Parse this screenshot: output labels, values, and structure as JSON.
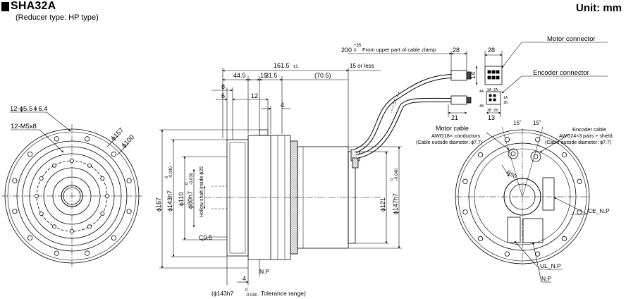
{
  "header": {
    "title": "SHA32A",
    "subtitle": "(Reducer type: HP type)",
    "unit": "Unit: mm"
  },
  "left_view": {
    "holes_a": "12-ϕ5.5↡6.4",
    "holes_b": "12-M5x8",
    "dia_157": "ϕ157",
    "dia_100": "ϕ100"
  },
  "side_view": {
    "dim_161_5": "161.5",
    "tol_161_5": "±1",
    "dim_44_5": "44.5",
    "dim_15a": "15",
    "dim_31_5": "31.5",
    "dim_70_5": "(70.5)",
    "dim_15_or_less": "15 or less",
    "dim_8": "8",
    "dim_6": "6",
    "dim_12": "12",
    "dim_4_top": "4",
    "dim_167": "ϕ167",
    "dim_143h7": "ϕ143h7",
    "dim_110": "ϕ110",
    "dim_80h7": "ϕ80h7",
    "dim_hollow": "Hollow shaft inside ϕ25",
    "dim_121": "ϕ121",
    "dim_147h7": "ϕ147h7",
    "tol_0": "0",
    "tol_040": "-0.040",
    "tol_030": "-0.030",
    "chamfer": "C0.5",
    "np_label": "N.P",
    "dim_4_bottom": "4",
    "tolerance_note": "(ϕ143h7",
    "tolerance_note_end": "Tolerance range)"
  },
  "connectors": {
    "dim_200": "200",
    "tol_200": "+35",
    "tol_200_0": "0",
    "from_clamp": "From upper part of cable clamp",
    "dim_28a": "28",
    "dim_28b": "28",
    "dim_14": "14",
    "dim_21": "21",
    "dim_13": "13",
    "motor_connector": "Motor connector",
    "encoder_connector": "Encoder connector",
    "pins_4a": "4A",
    "pins_3a": "3A",
    "pins_2a": "2A",
    "pins_1a": "1A",
    "pins_1b": "1B",
    "pins_4b": "4B",
    "pins_3b": "3B",
    "pins_2b": "2B"
  },
  "right_view": {
    "motor_cable": "Motor cable",
    "motor_cable_spec": "AWG18× conductors",
    "motor_cable_dia": "(Cable outside diameter: ϕ7.7)",
    "encoder_cable": "Encoder cable",
    "encoder_cable_spec": "AWG24×3 pairs + shield",
    "encoder_cable_dia": "(Cable outside diameter: ϕ7.7)",
    "angle_a": "15˚",
    "angle_b": "15˚",
    "ce_np": "CE_N.P",
    "ul_np": "UL_N.P",
    "np": "N.P",
    "r50": "R50"
  },
  "colors": {
    "line": "#000000",
    "hatch": "#d8d8d8",
    "grey": "#9a9a9a"
  }
}
